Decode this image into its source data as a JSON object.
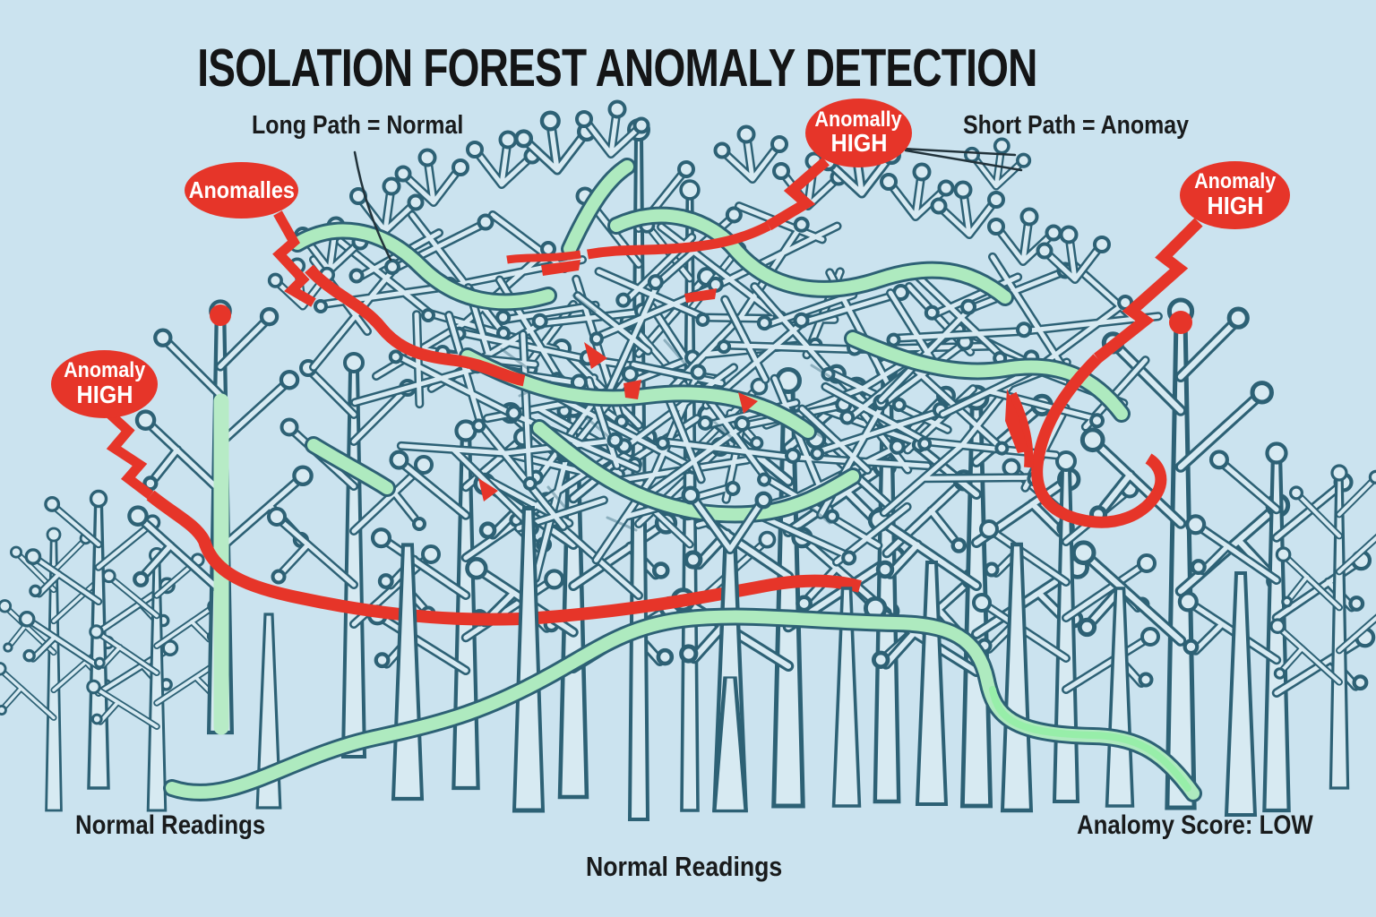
{
  "title": "ISOLATION FOREST ANOMALY DETECTION",
  "labels": {
    "long_path": "Long Path = Normal",
    "short_path": "Short Path = Anomay",
    "normal_readings_left": "Normal Readings",
    "normal_readings_center": "Normal Readings",
    "anomaly_score": "Analomy Score: LOW"
  },
  "bubbles": {
    "anomalles": {
      "text": "Anomalles"
    },
    "mid": {
      "line1": "Anomally",
      "line2": "HIGH"
    },
    "right": {
      "line1": "Anomaly",
      "line2": "HIGH"
    },
    "left": {
      "line1": "Anomaly",
      "line2": "HIGH"
    }
  },
  "colors": {
    "background": "#cbe3ef",
    "tree_outline": "#2d6175",
    "tree_fill": "#d7eaf2",
    "normal_path_green": "#aeeabf",
    "anomaly_red": "#e63529",
    "text": "#191b1c",
    "bubble_text": "#ffffff"
  }
}
